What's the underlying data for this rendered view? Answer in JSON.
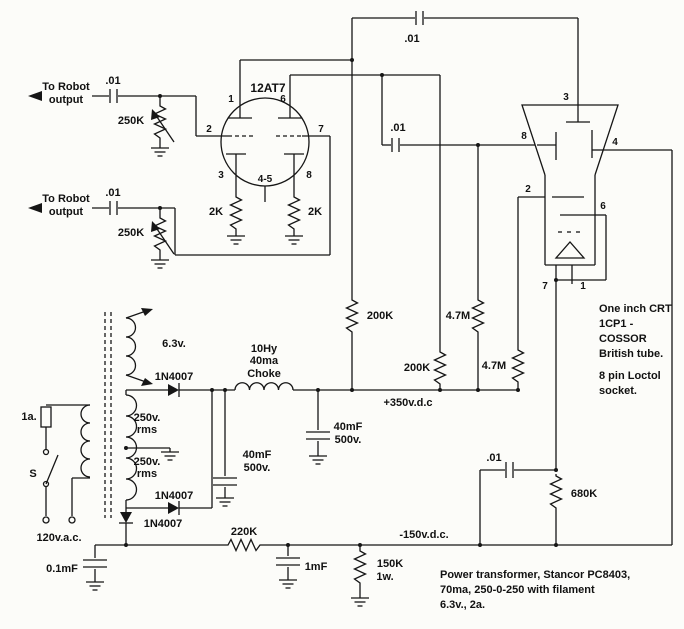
{
  "labels": {
    "tube_type": "12AT7",
    "tube_pin1": "1",
    "tube_pin6": "6",
    "tube_pin2": "2",
    "tube_pin7": "7",
    "tube_pin3": "3",
    "tube_pin8": "8",
    "tube_heater_pins": "4-5",
    "r_cathode_1": "2K",
    "r_cathode_2": "2K",
    "out1_line1": "To Robot",
    "out1_line2": "output",
    "out1_cap": ".01",
    "out1_pot": "250K",
    "out2_line1": "To Robot",
    "out2_line2": "output",
    "out2_cap": ".01",
    "out2_pot": "250K",
    "cap_top": ".01",
    "cap_mid": ".01",
    "r_200k_1": "200K",
    "r_200k_2": "200K",
    "r_47m_1": "4.7M",
    "r_47m_2": "4.7M",
    "heater_v": "6.3v.",
    "sec1_a": "250v.",
    "sec1_b": "rms",
    "sec2_a": "250v.",
    "sec2_b": "rms",
    "fuse": "1a.",
    "switch": "S",
    "mains": "120v.a.c.",
    "d1": "1N4007",
    "d2": "1N4007",
    "d3": "1N4007",
    "choke_a": "10Hy",
    "choke_b": "40ma",
    "choke_c": "Choke",
    "cin_a": "40mF",
    "cin_b": "500v.",
    "cout_a": "40mF",
    "cout_b": "500v.",
    "bplus": "+350v.d.c",
    "bminus": "-150v.d.c.",
    "c_01mf": "0.1mF",
    "r_220k": "220K",
    "c_1mf": "1mF",
    "r_150k_a": "150K",
    "r_150k_b": "1w.",
    "crt_cap": ".01",
    "r_680k": "680K",
    "crt_pin3": "3",
    "crt_pin8": "8",
    "crt_pin4": "4",
    "crt_pin2": "2",
    "crt_pin6": "6",
    "crt_pin7": "7",
    "crt_pin1": "1",
    "crt_note": [
      "One inch CRT",
      "1CP1 -",
      "COSSOR",
      "British tube.",
      "8 pin Loctol",
      "socket."
    ],
    "psu_note": [
      "Power transformer, Stancor PC8403,",
      "70ma, 250-0-250 with filament",
      "6.3v., 2a."
    ]
  }
}
